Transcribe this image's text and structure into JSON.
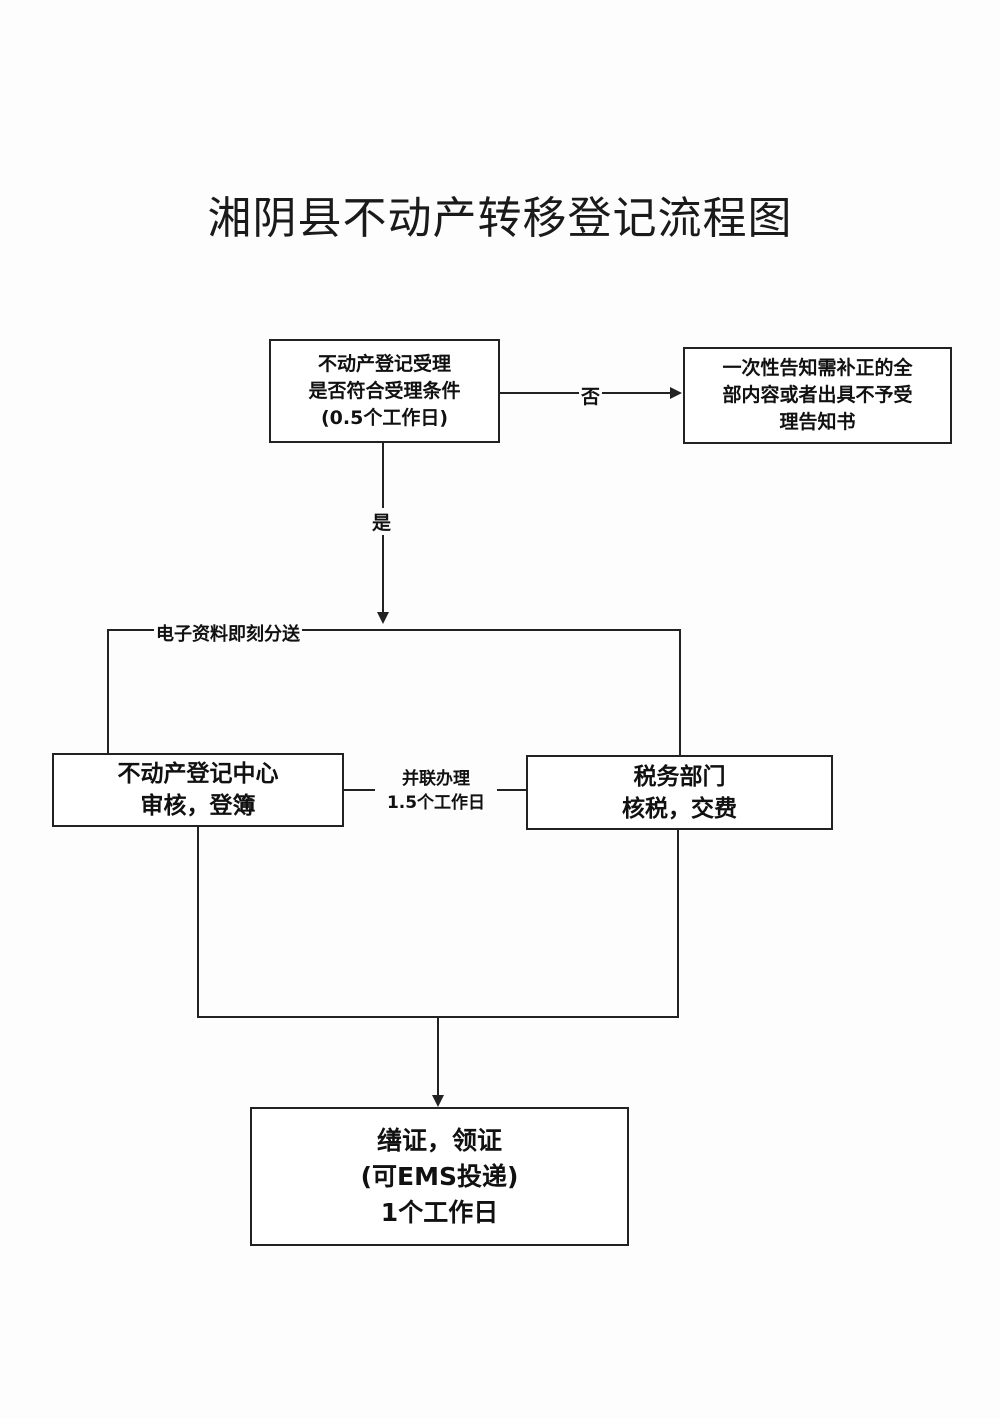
{
  "title": "湘阴县不动产转移登记流程图",
  "nodes": {
    "accept": {
      "lines": [
        "不动产登记受理",
        "是否符合受理条件",
        "(0.5个工作日)"
      ]
    },
    "reject": {
      "lines": [
        "一次性告知需补正的全",
        "部内容或者出具不予受",
        "理告知书"
      ]
    },
    "registry": {
      "lines": [
        "不动产登记中心",
        "审核，登簿"
      ]
    },
    "tax": {
      "lines": [
        "税务部门",
        "核税，交费"
      ]
    },
    "issue": {
      "lines": [
        "缮证，领证",
        "(可EMS投递)",
        "1个工作日"
      ]
    }
  },
  "edges": {
    "no_label": "否",
    "yes_label": "是",
    "distribute_label": "电子资料即刻分送",
    "parallel_label_1": "并联办理",
    "parallel_label_2": "1.5个工作日"
  },
  "colors": {
    "line": "#222222",
    "paper": "#fdfdfd"
  }
}
